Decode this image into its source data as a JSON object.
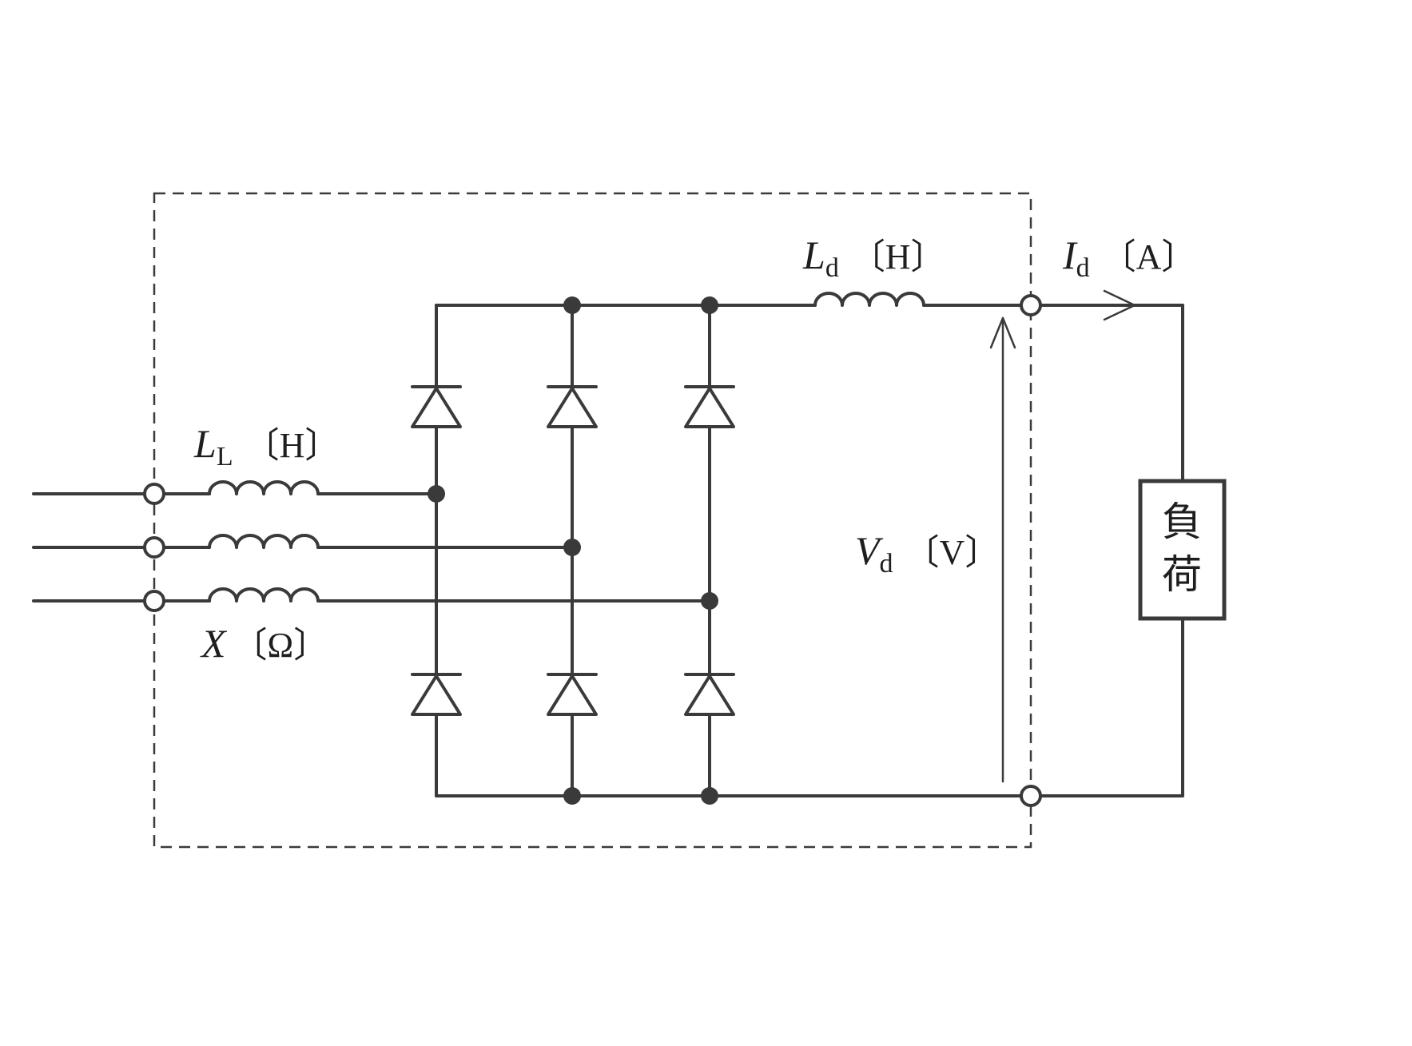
{
  "labels": {
    "line_inductor": {
      "symbol": "L",
      "subscript": "L",
      "unit": "〔H〕"
    },
    "line_reactance": {
      "symbol": "X",
      "unit": "〔Ω〕"
    },
    "dc_inductor": {
      "symbol": "L",
      "subscript": "d",
      "unit": "〔H〕"
    },
    "dc_current": {
      "symbol": "I",
      "subscript": "d",
      "unit": "〔A〕"
    },
    "dc_voltage": {
      "symbol": "V",
      "subscript": "d",
      "unit": "〔V〕"
    },
    "load": {
      "char1": "負",
      "char2": "荷"
    }
  }
}
